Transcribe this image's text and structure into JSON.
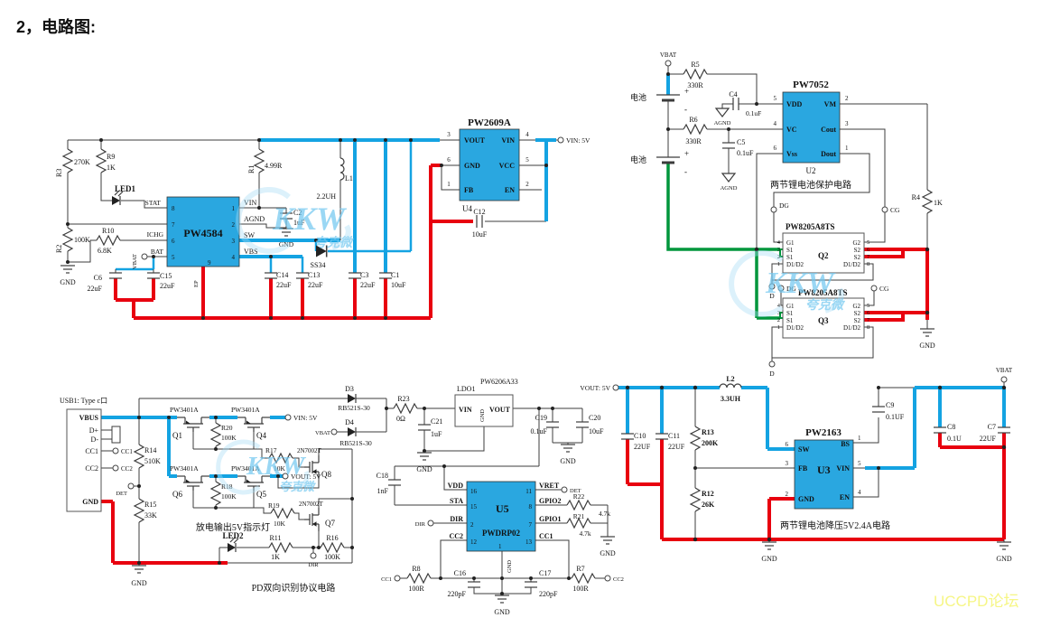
{
  "page": {
    "title": "2，电路图:"
  },
  "wm": {
    "kkw": "KKW",
    "sub": "夸克微",
    "uccpd": "UCCPD论坛"
  },
  "colors": {
    "ic": "#2aa7e0",
    "red": "#e8000f",
    "blue": "#14a3e2",
    "green": "#00963c",
    "watermark": "#74c9f0",
    "yellow": "#f6f685"
  },
  "b1": {
    "u1": {
      "name": "PW4584",
      "p8": "8",
      "p7": "7",
      "p6": "6",
      "p5": "5",
      "p1": "1",
      "p2": "2",
      "p3": "3",
      "p4": "4",
      "p9": "9",
      "ep": "EP",
      "stat": "STAT",
      "ichg": "ICHG",
      "bat": "BAT",
      "vin": "VIN",
      "agnd": "AGND",
      "sw": "SW",
      "vbs": "VBS"
    },
    "r3": {
      "r": "R3",
      "v": "270K"
    },
    "r9": {
      "r": "R9",
      "v": "1K"
    },
    "r2": {
      "r": "R2",
      "v": "100K"
    },
    "r10": {
      "r": "R10",
      "v": "6.8K"
    },
    "r1": {
      "r": "R1",
      "v": "4.99R"
    },
    "led1": "LED1",
    "d1": "SS34",
    "l1": {
      "r": "L1",
      "v": "2.2UH"
    },
    "c2": {
      "r": "C2",
      "v": "1uF"
    },
    "c6": {
      "r": "C6",
      "v": "22uF"
    },
    "c15": {
      "r": "C15",
      "v": "22uF"
    },
    "c14": {
      "r": "C14",
      "v": "22uF"
    },
    "c13": {
      "r": "C13",
      "v": "22uF"
    },
    "c3": {
      "r": "C3",
      "v": "22uF"
    },
    "c1": {
      "r": "C1",
      "v": "10uF"
    },
    "c12": {
      "r": "C12",
      "v": "10uF"
    },
    "u4": {
      "name": "PW2609A",
      "ref": "U4",
      "p3": "3",
      "p6": "6",
      "p1": "1",
      "p4": "4",
      "p5": "5",
      "p2": "2",
      "vout": "VOUT",
      "gnd": "GND",
      "fb": "FB",
      "vin": "VIN",
      "vcc": "VCC",
      "en": "EN"
    },
    "vbat": "VBAT",
    "vin5v": "VIN: 5V",
    "gnd": "GND"
  },
  "b2": {
    "vbat": "VBAT",
    "bat": "电池",
    "plus": "+",
    "minus": "-",
    "r5": {
      "r": "R5",
      "v": "330R"
    },
    "r6": {
      "r": "R6",
      "v": "330R"
    },
    "c4": {
      "r": "C4",
      "v": "0.1uF"
    },
    "c5": {
      "r": "C5",
      "v": "0.1uF"
    },
    "r4": {
      "r": "R4",
      "v": "1K"
    },
    "agnd": "AGND",
    "u2": {
      "name": "PW7052",
      "ref": "U2",
      "p5": "5",
      "p4": "4",
      "p6": "6",
      "p2": "2",
      "p3": "3",
      "p1": "1",
      "vdd": "VDD",
      "vc": "VC",
      "vss": "Vss",
      "vm": "VM",
      "cout": "Cout",
      "dout": "Dout"
    },
    "caption": "两节锂电池保护电路",
    "dg": "DG",
    "cg": "CG",
    "d": "D",
    "q2": {
      "name": "PW8205A8TS",
      "ref": "Q2"
    },
    "q3": {
      "name": "PW8205A8TS",
      "ref": "Q3"
    },
    "fet": {
      "g1": "G1",
      "s1": "S1",
      "d12": "D1/D2",
      "g2": "G2",
      "s2": "S2",
      "p4": "4",
      "p3": "3",
      "p2": "2",
      "p1": "1",
      "p5": "5",
      "p6": "6",
      "p7": "7",
      "p8": "8"
    },
    "gnd": "GND"
  },
  "b3": {
    "usb": {
      "title": "USB1: Type c口",
      "vbus": "VBUS",
      "dp": "D+",
      "dm": "D-",
      "cc1": "CC1",
      "cc2": "CC2",
      "gnd": "GND"
    },
    "cc1": "CC1",
    "cc2": "CC2",
    "det": "DET",
    "dir": "DIR",
    "vin5v": "VIN: 5V",
    "vout5v": "VOUT: 5V",
    "vbat": "VBAT",
    "r14": {
      "r": "R14",
      "v": "510K"
    },
    "r15": {
      "r": "R15",
      "v": "33K"
    },
    "pw3401a": "PW3401A",
    "q1": "Q1",
    "q4": "Q4",
    "q6": "Q6",
    "q5": "Q5",
    "r20": {
      "r": "R20",
      "v": "100K"
    },
    "r18": {
      "r": "R18",
      "v": "100K"
    },
    "r17": {
      "r": "R17",
      "v": "10K"
    },
    "r19": {
      "r": "R19",
      "v": "10K"
    },
    "n7002": "2N7002T",
    "q8": "Q8",
    "q7": "Q7",
    "led2": "LED2",
    "r11": {
      "r": "R11",
      "v": "1K"
    },
    "r16": {
      "r": "R16",
      "v": "100K"
    },
    "d3": "D3",
    "d4": "D4",
    "rb521": "RB521S-30",
    "r23": {
      "r": "R23",
      "v": "0Ω"
    },
    "c21": {
      "r": "C21",
      "v": "1uF"
    },
    "c18": {
      "r": "C18",
      "v": "1nF"
    },
    "ldo": {
      "ref": "LDO1",
      "name": "PW6206A33",
      "vin": "VIN",
      "gnd": "GND",
      "vout": "VOUT"
    },
    "c19": {
      "r": "C19",
      "v": "0.1uF"
    },
    "c20": {
      "r": "C20",
      "v": "10uF"
    },
    "u5": {
      "ref": "U5",
      "name": "PWDRP02",
      "p16": "16",
      "p15": "15",
      "p2": "2",
      "p12": "12",
      "p11": "11",
      "p8": "8",
      "p7": "7",
      "p13": "13",
      "p1": "1",
      "vdd": "VDD",
      "sta": "STA",
      "dir": "DIR",
      "cc2": "CC2",
      "vret": "VRET",
      "gpio2": "GPIO2",
      "gpio1": "GPIO1",
      "cc1": "CC1",
      "gnd": "GND"
    },
    "r22": {
      "r": "R22",
      "v": "4.7k"
    },
    "r21": {
      "r": "R21",
      "v": "4.7k"
    },
    "c16": {
      "r": "C16",
      "v": "220pF"
    },
    "c17": {
      "r": "C17",
      "v": "220pF"
    },
    "r8": {
      "r": "R8",
      "v": "100R"
    },
    "r7": {
      "r": "R7",
      "v": "100R"
    },
    "cap1": "放电输出5V指示灯",
    "cap2": "PD双向识别协议电路",
    "gnd": "GND"
  },
  "b4": {
    "vout5v": "VOUT: 5V",
    "vbat": "VBAT",
    "l2": {
      "r": "L2",
      "v": "3.3UH"
    },
    "c10": {
      "r": "C10",
      "v": "22UF"
    },
    "c11": {
      "r": "C11",
      "v": "22UF"
    },
    "r13": {
      "r": "R13",
      "v": "200K"
    },
    "r12": {
      "r": "R12",
      "v": "26K"
    },
    "u3": {
      "name": "PW2163",
      "ref": "U3",
      "p6": "6",
      "p3": "3",
      "p2": "2",
      "p1": "1",
      "p5": "5",
      "p4": "4",
      "sw": "SW",
      "fb": "FB",
      "gnd": "GND",
      "bs": "BS",
      "vin": "VIN",
      "en": "EN"
    },
    "c9": {
      "r": "C9",
      "v": "0.1UF"
    },
    "c8": {
      "r": "C8",
      "v": "0.1U"
    },
    "c7": {
      "r": "C7",
      "v": "22UF"
    },
    "caption": "两节锂电池降压5V2.4A电路",
    "gnd": "GND"
  }
}
